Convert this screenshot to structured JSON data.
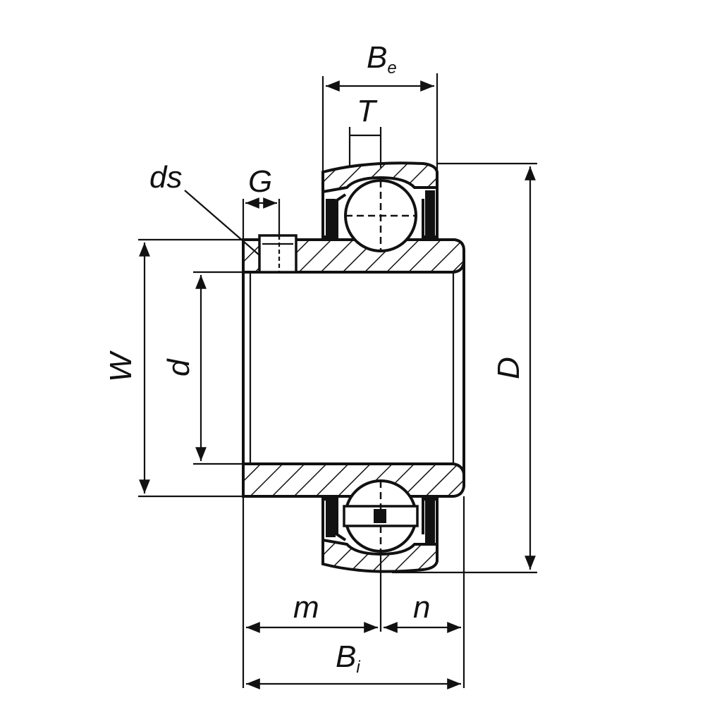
{
  "labels": {
    "Be_main": "B",
    "Be_sub": "e",
    "T": "T",
    "ds": "ds",
    "G": "G",
    "W": "W",
    "d": "d",
    "D": "D",
    "m": "m",
    "n": "n",
    "Bi_main": "B",
    "Bi_sub": "i"
  }
}
